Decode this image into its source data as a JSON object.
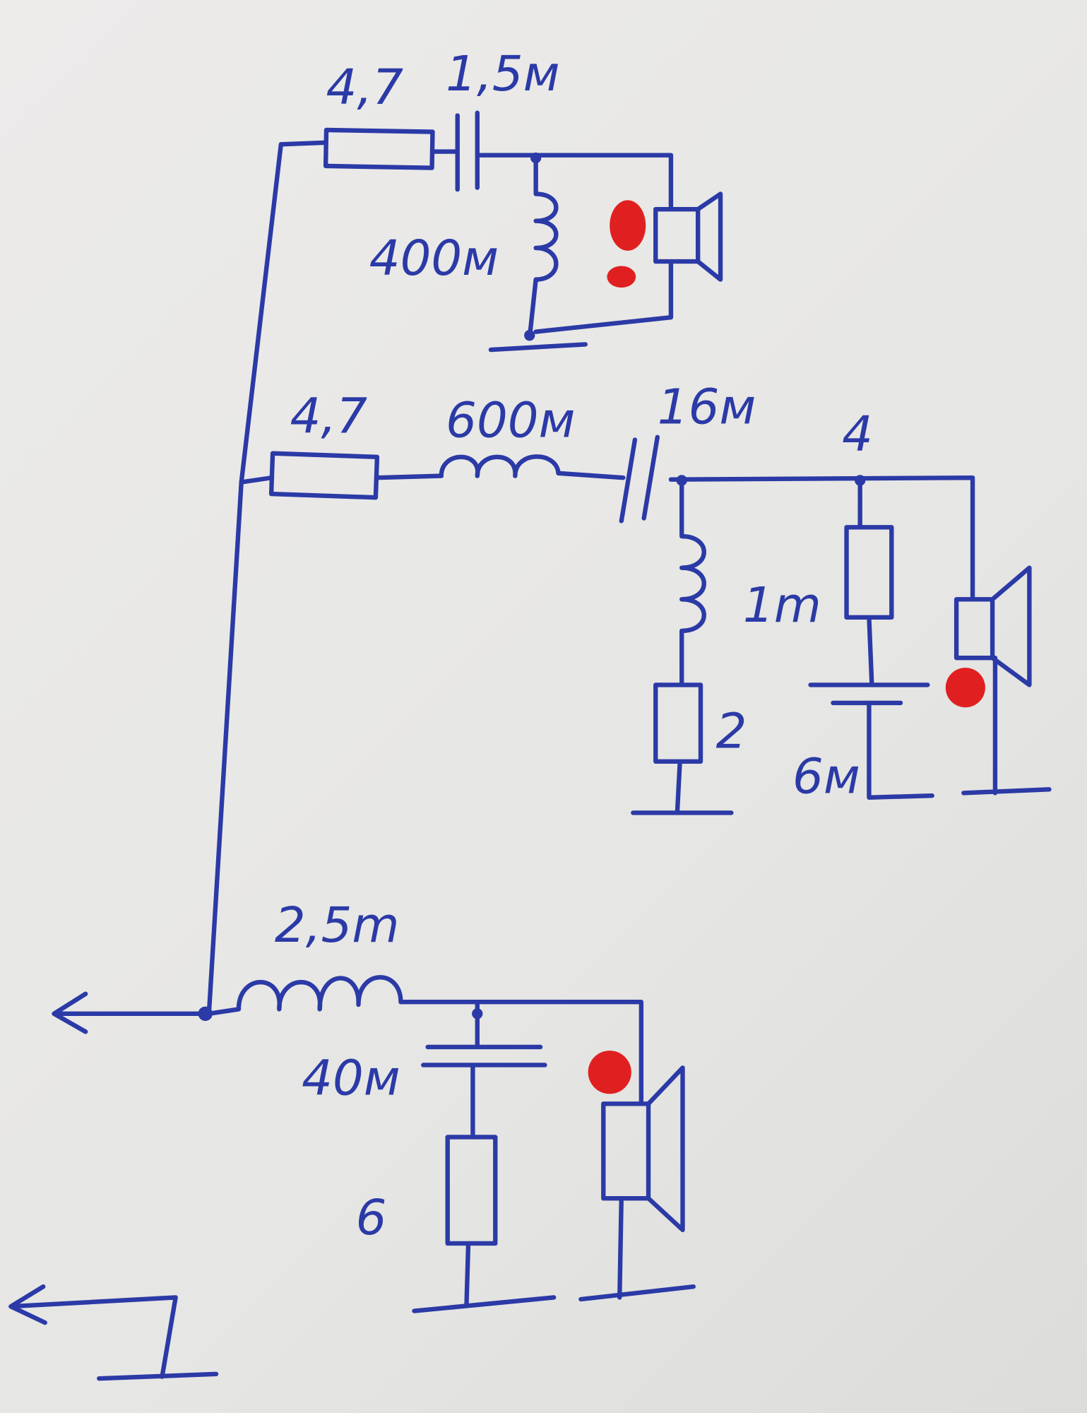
{
  "ink_color": "#2b3aa6",
  "mark_color": "#e02020",
  "tweeter_branch": {
    "resistor_label": "4,7",
    "capacitor_label": "1,5м",
    "inductor_label": "400м"
  },
  "mid_branch": {
    "resistor_label": "4,7",
    "inductor_label": "600м",
    "capacitor_label": "16м",
    "shunt_inductor_label": "1m",
    "shunt_resistor_label": "2",
    "zobel_resistor_label": "4",
    "zobel_capacitor_label": "6м"
  },
  "woofer_branch": {
    "inductor_label": "2,5m",
    "capacitor_label": "40м",
    "resistor_label": "6"
  }
}
